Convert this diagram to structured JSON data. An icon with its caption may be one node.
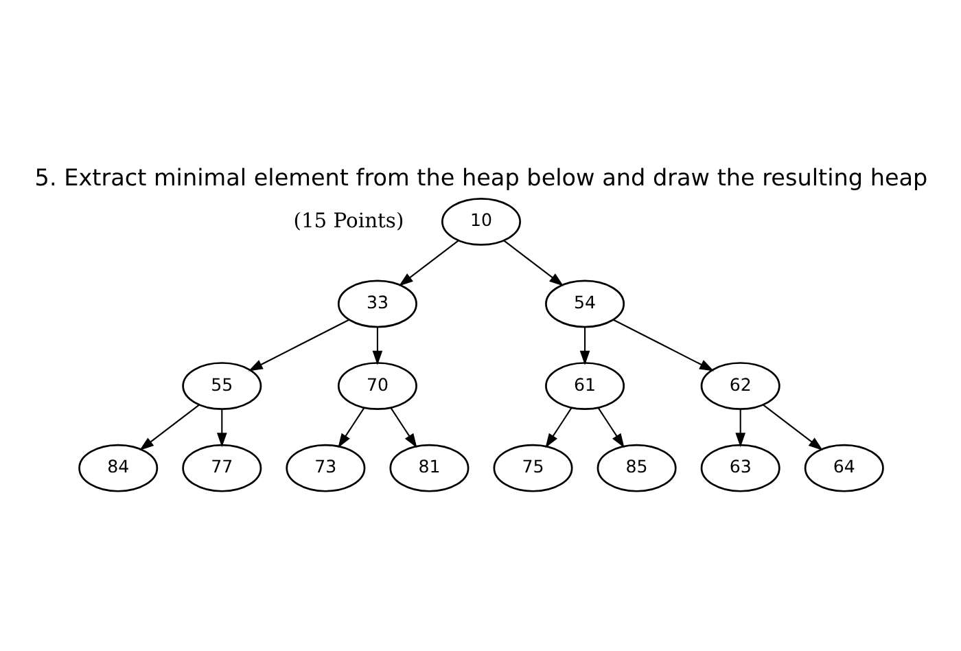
{
  "diagram": {
    "title": "5. Extract minimal element from the heap below and draw the resulting heap",
    "nodes": [
      {
        "text": [
          "10"
        ]
      },
      {
        "text": [
          "33"
        ]
      },
      {
        "text": [
          "54"
        ]
      },
      {
        "text": [
          "55"
        ]
      },
      {
        "text": [
          "70"
        ]
      },
      {
        "text": [
          "61"
        ]
      },
      {
        "text": [
          "62"
        ]
      },
      {
        "text": [
          "84"
        ]
      },
      {
        "text": [
          "77"
        ]
      },
      {
        "text": [
          "73"
        ]
      },
      {
        "text": [
          "81"
        ]
      },
      {
        "text": [
          "75"
        ]
      },
      {
        "text": [
          "85"
        ]
      },
      {
        "text": [
          "63"
        ]
      },
      {
        "text": [
          "64"
        ]
      }
    ],
    "edges": [
      {
        "from": 0,
        "to": 1,
        "arrow": "to"
      },
      {
        "from": 0,
        "to": 2,
        "arrow": "to"
      },
      {
        "from": 1,
        "to": 3,
        "arrow": "to"
      },
      {
        "from": 1,
        "to": 4,
        "arrow": "to"
      },
      {
        "from": 2,
        "to": 5,
        "arrow": "to"
      },
      {
        "from": 2,
        "to": 6,
        "arrow": "to"
      },
      {
        "from": 3,
        "to": 7,
        "arrow": "to"
      },
      {
        "from": 3,
        "to": 8,
        "arrow": "to"
      },
      {
        "from": 4,
        "to": 9,
        "arrow": "to"
      },
      {
        "from": 4,
        "to": 10,
        "arrow": "to"
      },
      {
        "from": 5,
        "to": 11,
        "arrow": "to"
      },
      {
        "from": 5,
        "to": 12,
        "arrow": "to"
      },
      {
        "from": 6,
        "to": 13,
        "arrow": "to"
      },
      {
        "from": 6,
        "to": 14,
        "arrow": "to"
      }
    ],
    "labels": [
      "(15 Points)"
    ]
  }
}
